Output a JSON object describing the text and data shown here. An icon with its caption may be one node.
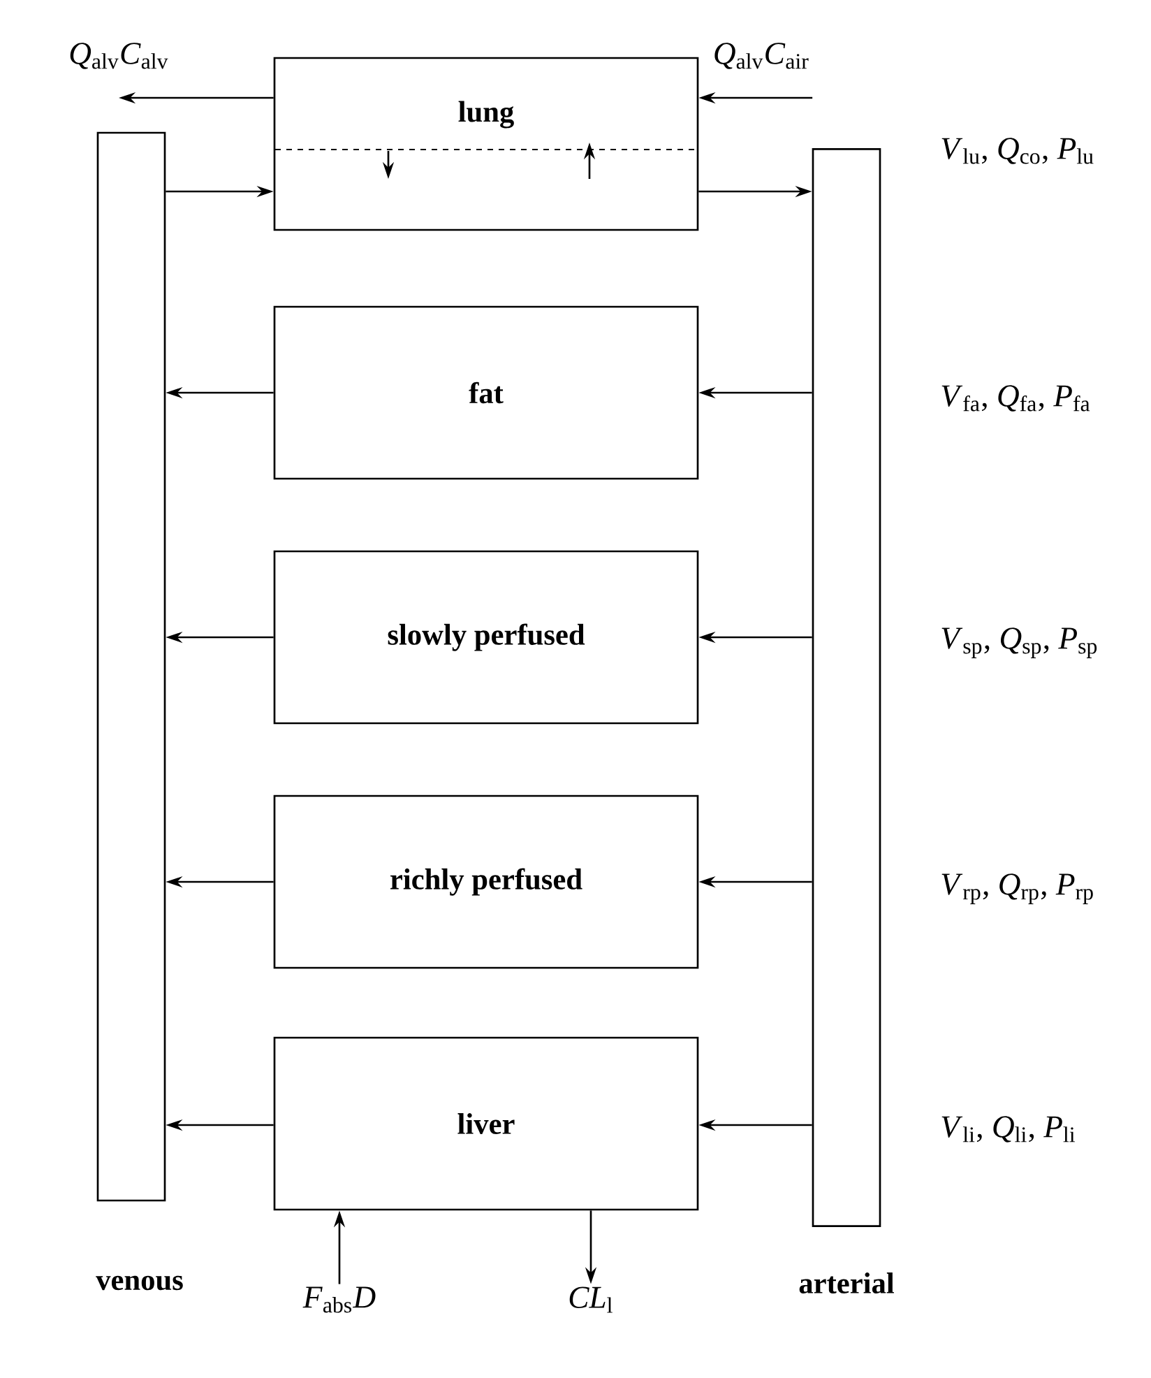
{
  "diagram": {
    "nodes": [
      {
        "text": [
          "venous"
        ]
      },
      {
        "text": [
          "arterial"
        ]
      },
      {
        "text": [
          "lung"
        ]
      },
      {
        "text": [
          "fat"
        ]
      },
      {
        "text": [
          "slowly perfused"
        ]
      },
      {
        "text": [
          "richly perfused"
        ]
      },
      {
        "text": [
          "liver"
        ]
      },
      {
        "text": [
          "*Q*$_{alv}$*C*$_{alv}$"
        ]
      },
      {
        "text": [
          "*Q*$_{alv}$*C*$_{air}$"
        ]
      },
      {
        "text": [
          "*F*$_{abs}$*D*"
        ]
      },
      {
        "text": [
          "*CL*$_{l}$"
        ]
      }
    ],
    "edges": [
      {
        "from": 2,
        "to": 7,
        "arrow": "to"
      },
      {
        "from": 8,
        "to": 2,
        "arrow": "to"
      },
      {
        "from": 0,
        "to": 2,
        "arrow": "to"
      },
      {
        "from": 2,
        "to": 1,
        "arrow": "to"
      },
      {
        "from": 1,
        "to": 3,
        "arrow": "to"
      },
      {
        "from": 3,
        "to": 0,
        "arrow": "to"
      },
      {
        "from": 1,
        "to": 4,
        "arrow": "to"
      },
      {
        "from": 4,
        "to": 0,
        "arrow": "to"
      },
      {
        "from": 1,
        "to": 5,
        "arrow": "to"
      },
      {
        "from": 5,
        "to": 0,
        "arrow": "to"
      },
      {
        "from": 1,
        "to": 6,
        "arrow": "to"
      },
      {
        "from": 6,
        "to": 0,
        "arrow": "to"
      },
      {
        "from": 9,
        "to": 6,
        "arrow": "to"
      },
      {
        "from": 6,
        "to": 10,
        "arrow": "to"
      }
    ],
    "labels": [
      "*V*$_{lu}$, *Q*$_{co}$, *P*$_{lu}$",
      "*V*$_{fa}$, *Q*$_{fa}$, *P*$_{fa}$",
      "*V*$_{sp}$, *Q*$_{sp}$, *P*$_{sp}$",
      "*V*$_{rp}$, *Q*$_{rp}$, *P*$_{rp}$",
      "*V*$_{li}$, *Q*$_{li}$, *P*$_{li}$"
    ]
  }
}
